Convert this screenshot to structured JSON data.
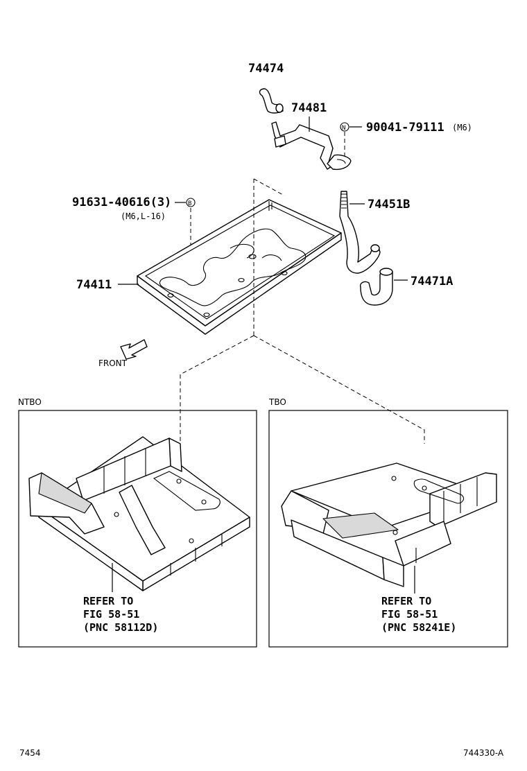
{
  "parts": {
    "p74474": "74474",
    "p74481": "74481",
    "p90041": "90041-79111",
    "p90041_spec": "(M6)",
    "p90041_symbol": "N",
    "p91631": "91631-40616(3)",
    "p91631_spec": "(M6,L-16)",
    "p91631_symbol": "B",
    "p74451B": "74451B",
    "p74411": "74411",
    "p74471A": "74471A"
  },
  "direction": {
    "front_label": "FRONT",
    "arrow_icon": "front-arrow-icon"
  },
  "panels": {
    "left": {
      "tag": "NTBO",
      "ref_line1": "REFER TO",
      "ref_line2": "FIG 58-51",
      "ref_line3": "(PNC 58112D)"
    },
    "right": {
      "tag": "TBO",
      "ref_line1": "REFER TO",
      "ref_line2": "FIG 58-51",
      "ref_line3": "(PNC 58241E)"
    }
  },
  "footer": {
    "left_code": "7454",
    "right_code": "744330-A"
  }
}
